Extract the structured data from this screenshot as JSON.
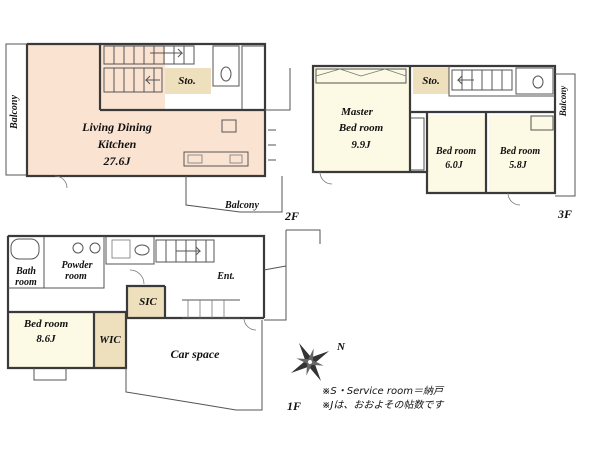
{
  "floors": {
    "second": {
      "label": "2F",
      "rooms": {
        "balcony_left": "Balcony",
        "storage": "Sto.",
        "ldk_line1": "Living Dining",
        "ldk_line2": "Kitchen",
        "ldk_size": "27.6J",
        "balcony_bottom": "Balcony"
      }
    },
    "third": {
      "label": "3F",
      "rooms": {
        "storage": "Sto.",
        "master_line1": "Master",
        "master_line2": "Bed room",
        "master_size": "9.9J",
        "bed2_name": "Bed room",
        "bed2_size": "6.0J",
        "bed3_name": "Bed room",
        "bed3_size": "5.8J",
        "balcony": "Balcony"
      }
    },
    "first": {
      "label": "1F",
      "rooms": {
        "bath_line1": "Bath",
        "bath_line2": "room",
        "powder_line1": "Powder",
        "powder_line2": "room",
        "entrance": "Ent.",
        "sic": "SIC",
        "bed_name": "Bed room",
        "bed_size": "8.6J",
        "wic": "WIC",
        "car_space": "Car space"
      }
    }
  },
  "compass": {
    "north": "N"
  },
  "notes": {
    "line1": "※S・Service room＝納戸",
    "line2": "※Jは、おおよその帖数です"
  },
  "colors": {
    "ldk_fill": "#fbe3d2",
    "room_fill": "#fcf9e4",
    "storage_fill": "#efe0bd",
    "wall": "#3a3a3a"
  }
}
